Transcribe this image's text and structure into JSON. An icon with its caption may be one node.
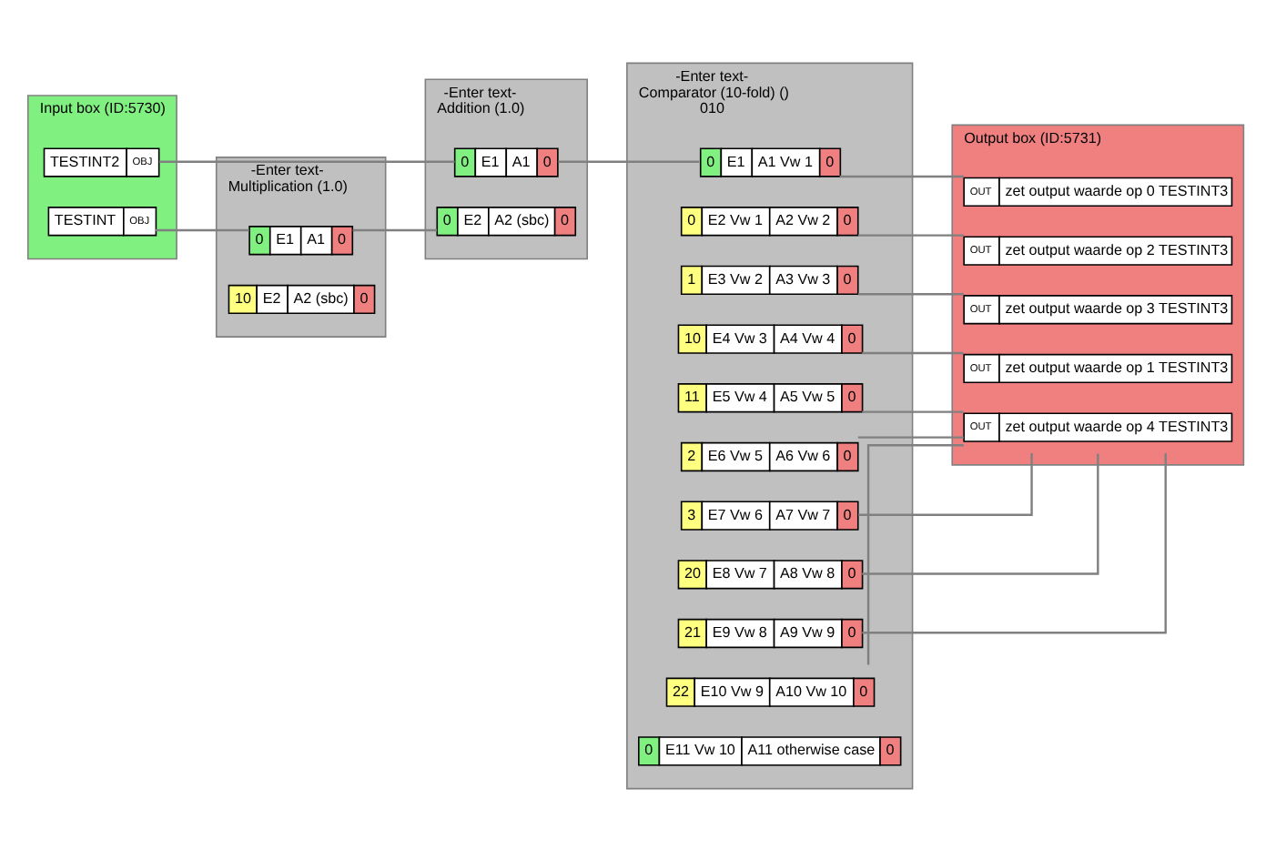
{
  "diagram": {
    "nodes": [
      {
        "text": [
          "-Enter text-",
          "Addition (1.0)"
        ]
      },
      {
        "text": [
          "0",
          "E1",
          "A1",
          "0"
        ],
        "in": 0
      },
      {
        "text": [
          "0",
          "E2",
          "A2 (sbc)",
          "0"
        ],
        "in": 0
      },
      {
        "text": [
          "Input box (ID:5730)"
        ]
      },
      {
        "text": [
          "TESTINT2",
          "OBJ"
        ],
        "in": 3
      },
      {
        "text": [
          "TESTINT",
          "OBJ"
        ],
        "in": 3
      },
      {
        "text": [
          "-Enter text-",
          "Multiplication (1.0)"
        ]
      },
      {
        "text": [
          "0",
          "E1",
          "A1",
          "0"
        ],
        "in": 6
      },
      {
        "text": [
          "10",
          "E2",
          "A2 (sbc)",
          "0"
        ],
        "in": 6
      },
      {
        "text": [
          "-Enter text-",
          "Comparator (10-fold) ()",
          "010"
        ]
      },
      {
        "text": [
          "0",
          "E1",
          "A1 Vw 1",
          "0"
        ],
        "in": 9
      },
      {
        "text": [
          "0",
          "E2 Vw 1",
          "A2 Vw 2",
          "0"
        ],
        "in": 9
      },
      {
        "text": [
          "1",
          "E3 Vw 2",
          "A3 Vw 3",
          "0"
        ],
        "in": 9
      },
      {
        "text": [
          "10",
          "E4 Vw 3",
          "A4 Vw 4",
          "0"
        ],
        "in": 9
      },
      {
        "text": [
          "11",
          "E5 Vw 4",
          "A5 Vw 5",
          "0"
        ],
        "in": 9
      },
      {
        "text": [
          "2",
          "E6 Vw 5",
          "A6 Vw 6",
          "0"
        ],
        "in": 9
      },
      {
        "text": [
          "3",
          "E7 Vw 6",
          "A7 Vw 7",
          "0"
        ],
        "in": 9
      },
      {
        "text": [
          "20",
          "E8 Vw 7",
          "A8 Vw 8",
          "0"
        ],
        "in": 9
      },
      {
        "text": [
          "21",
          "E9 Vw 8",
          "A9 Vw 9",
          "0"
        ],
        "in": 9
      },
      {
        "text": [
          "22",
          "E10 Vw 9",
          "A10 Vw 10",
          "0"
        ],
        "in": 9
      },
      {
        "text": [
          "0",
          "E11 Vw 10",
          "A11 otherwise case",
          "0"
        ],
        "in": 9
      },
      {
        "text": [
          "Output box (ID:5731)"
        ]
      },
      {
        "text": [
          "OUT",
          "zet output waarde op 0 TESTINT3"
        ],
        "in": 21
      },
      {
        "text": [
          "OUT",
          "zet output waarde op 2 TESTINT3"
        ],
        "in": 21
      },
      {
        "text": [
          "OUT",
          "zet output waarde op 3 TESTINT3"
        ],
        "in": 21
      },
      {
        "text": [
          "OUT",
          "zet output waarde op 1 TESTINT3"
        ],
        "in": 21
      },
      {
        "text": [
          "OUT",
          "zet output waarde op 4 TESTINT3"
        ],
        "in": 21
      }
    ],
    "edges": [
      {
        "from": 4,
        "to": 1,
        "arrow": "none"
      },
      {
        "from": 5,
        "to": 7,
        "arrow": "none"
      },
      {
        "from": 7,
        "to": 2,
        "arrow": "none"
      },
      {
        "from": 1,
        "to": 10,
        "arrow": "none"
      },
      {
        "from": 10,
        "to": 22,
        "arrow": "none"
      },
      {
        "from": 11,
        "to": 23,
        "arrow": "none"
      },
      {
        "from": 12,
        "to": 24,
        "arrow": "none"
      },
      {
        "from": 13,
        "to": 25,
        "arrow": "none"
      },
      {
        "from": 14,
        "to": 26,
        "arrow": "none"
      },
      {
        "from": 15,
        "to": 26,
        "arrow": "none"
      },
      {
        "from": 16,
        "to": 26,
        "arrow": "none"
      },
      {
        "from": 17,
        "to": 26,
        "arrow": "none"
      },
      {
        "from": 18,
        "to": 26,
        "arrow": "none"
      },
      {
        "from": 19,
        "to": 26,
        "arrow": "none"
      }
    ]
  }
}
